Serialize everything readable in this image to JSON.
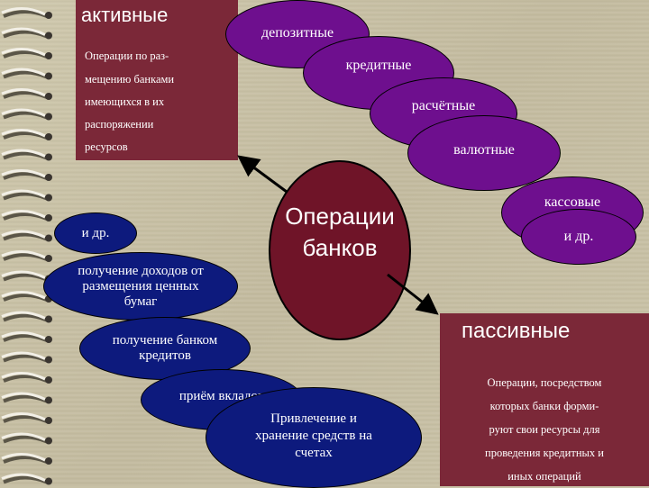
{
  "center": {
    "line1": "Операции",
    "line2": "банков"
  },
  "active": {
    "title": "активные",
    "description": [
      "Операции по раз-",
      "мещению банками",
      "имеющихся в их",
      "распоряжении",
      "ресурсов"
    ],
    "items": [
      "депозитные",
      "кредитные",
      "расчётные",
      "валютные",
      "кассовые",
      "и др."
    ]
  },
  "passive": {
    "title": "пассивные",
    "description": [
      "Операции, посредством",
      "которых банки форми-",
      "руют свои ресурсы для",
      "проведения кредитных и",
      "иных операций"
    ],
    "items": [
      "и др.",
      "получение доходов от размещения ценных бумаг",
      "получение банком кредитов",
      "приём вкладов",
      "Привлечение и хранение средств на счетах"
    ]
  },
  "colors": {
    "box": "#7b2838",
    "purple": "#6e0f8e",
    "navy": "#0d1a7d",
    "center": "#6f1428"
  }
}
